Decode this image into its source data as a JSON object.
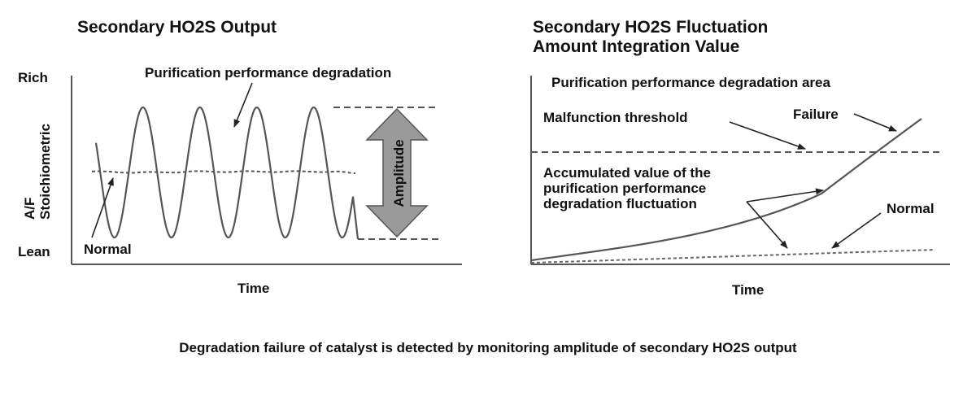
{
  "left_panel": {
    "title": "Secondary HO2S Output",
    "y_top_label": "Rich",
    "y_bottom_label": "Lean",
    "y_axis_line1": "A/F",
    "y_axis_line2": "Stoichiometric",
    "x_label": "Time",
    "degradation_label": "Purification performance degradation",
    "normal_label": "Normal",
    "amplitude_label": "Amplitude"
  },
  "right_panel": {
    "title_line1": "Secondary HO2S Fluctuation",
    "title_line2": "Amount Integration Value",
    "area_label": "Purification performance degradation area",
    "threshold_label": "Malfunction threshold",
    "failure_label": "Failure",
    "accumulated_line1": "Accumulated value of the",
    "accumulated_line2": "purification performance",
    "accumulated_line3": "degradation fluctuation",
    "normal_label": "Normal",
    "x_label": "Time"
  },
  "caption": "Degradation failure of catalyst is detected by monitoring amplitude of secondary HO2S output",
  "colors": {
    "line": "#555555",
    "arrow_fill": "#9a9a9a",
    "text": "#111111"
  }
}
